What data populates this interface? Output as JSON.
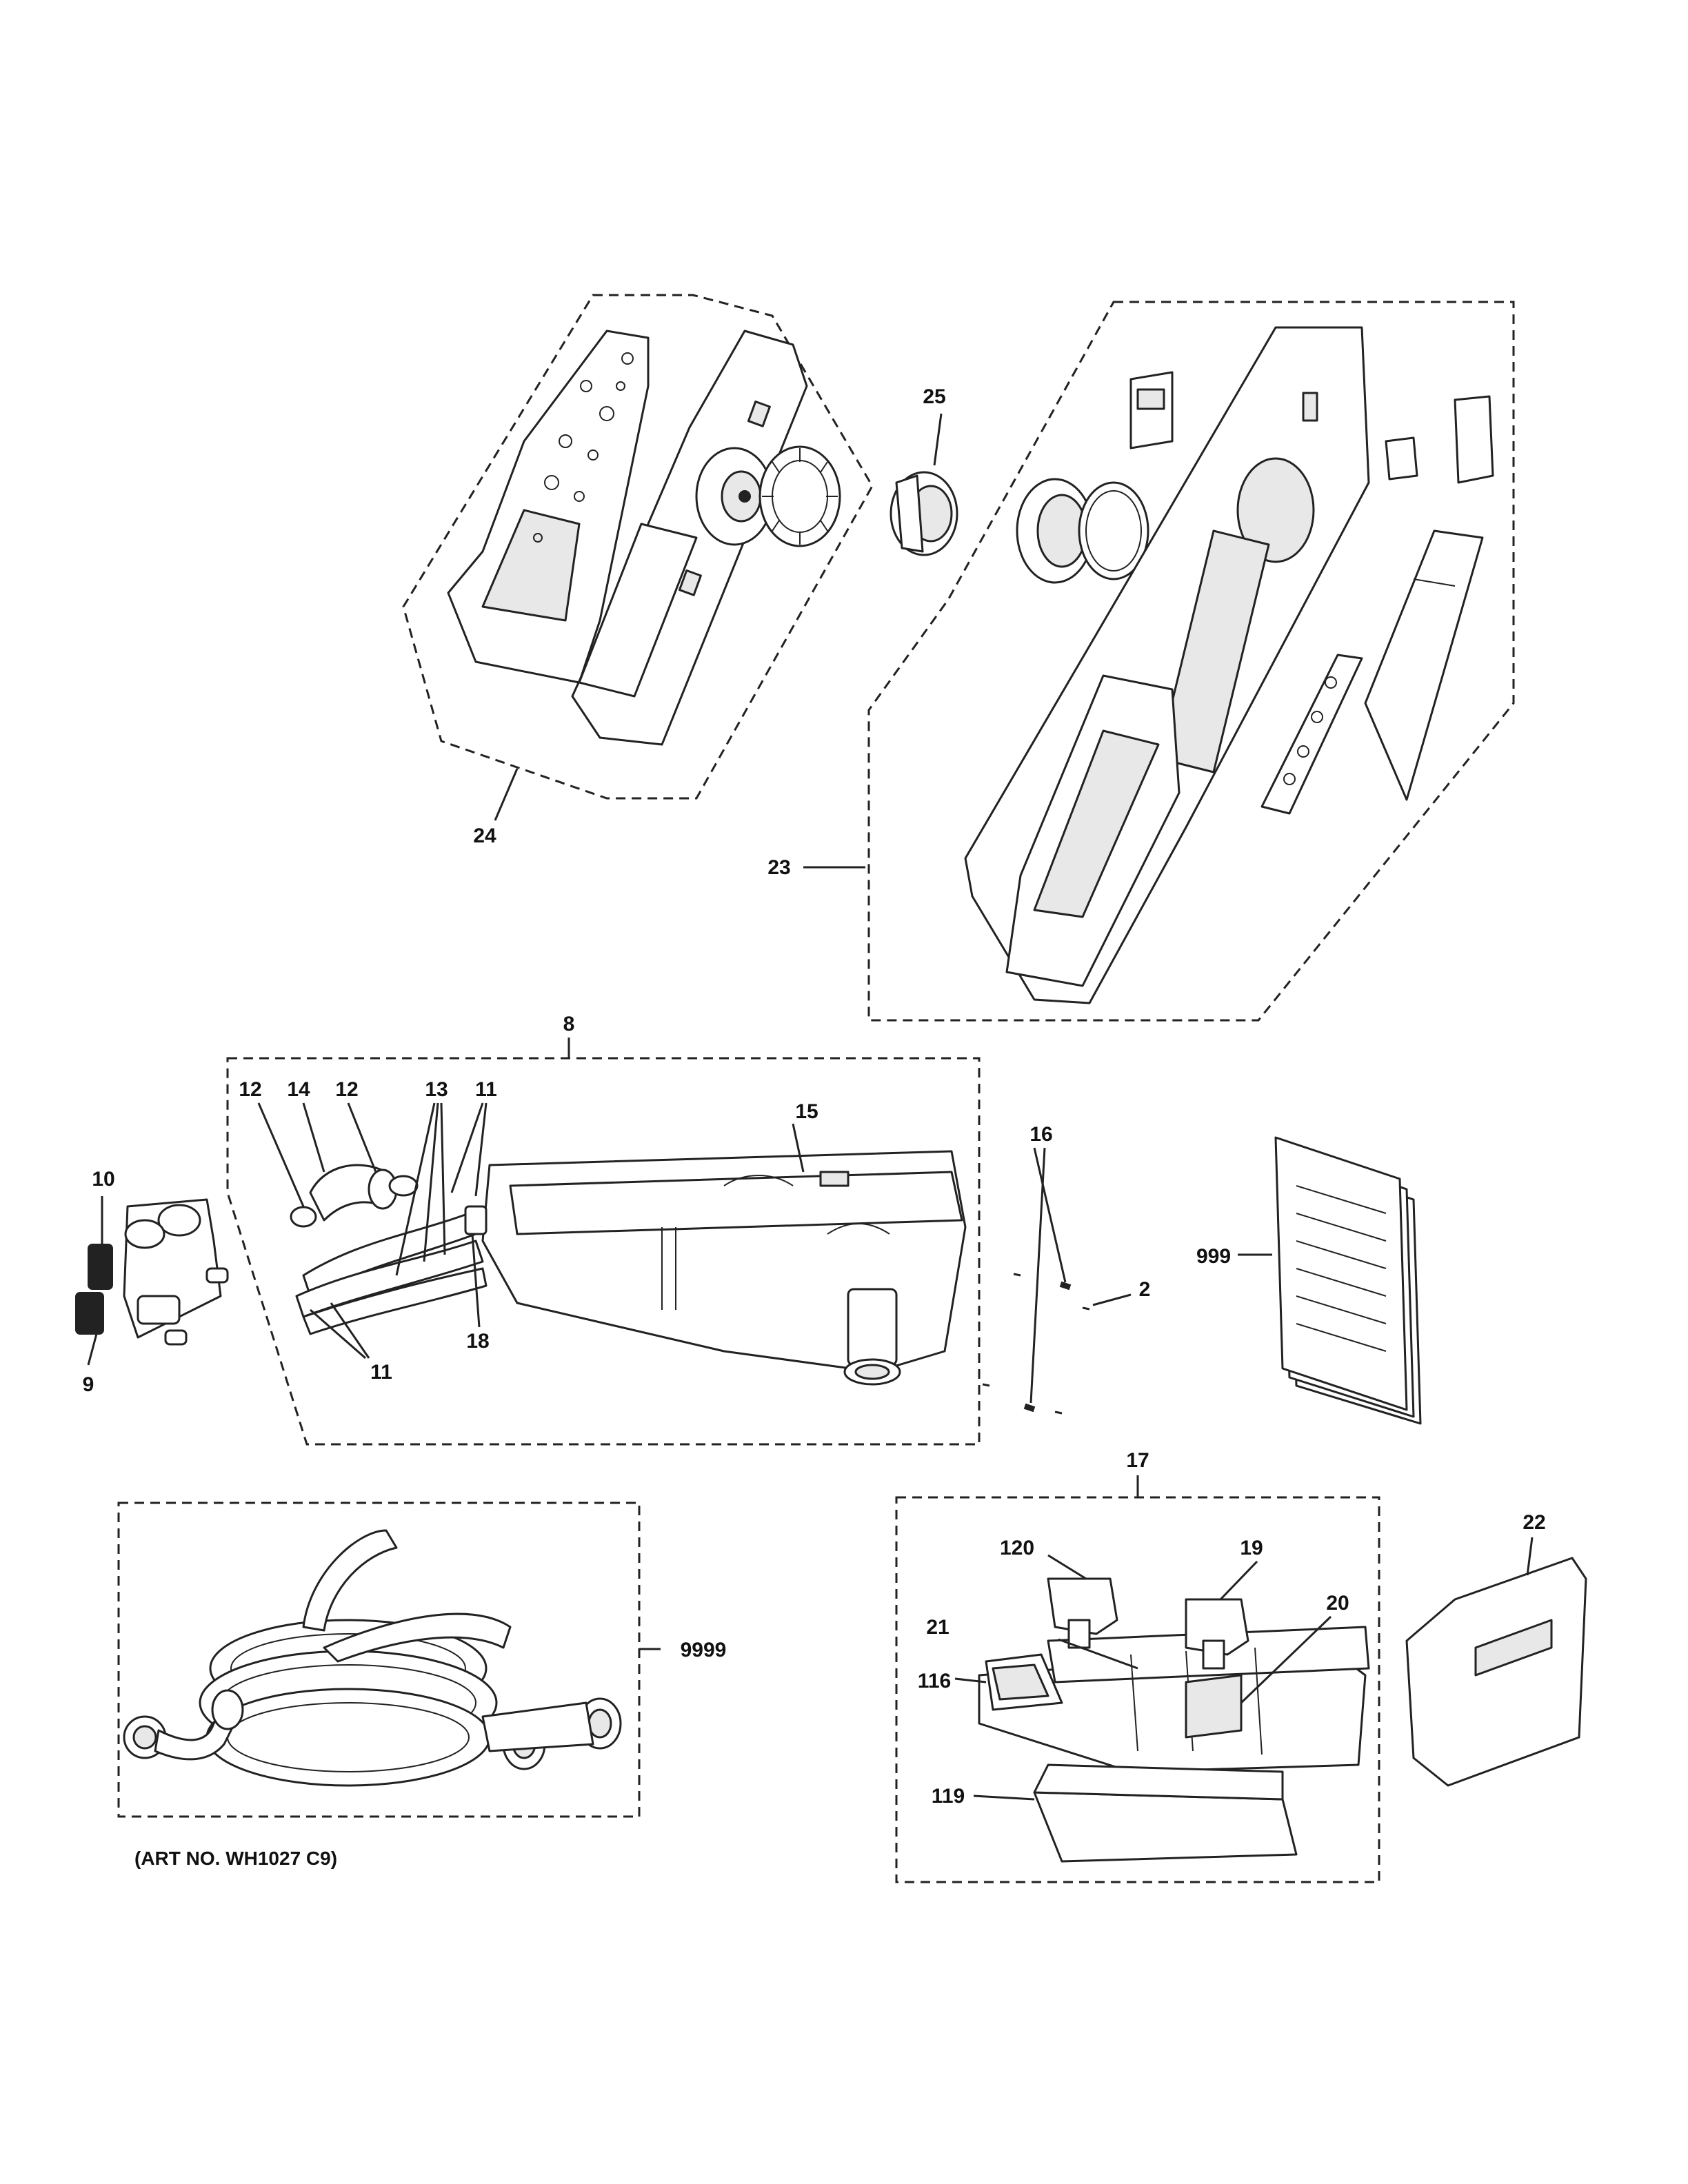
{
  "labels": {
    "l25": "25",
    "l24": "24",
    "l23": "23",
    "l8": "8",
    "l12a": "12",
    "l14": "14",
    "l12b": "12",
    "l13": "13",
    "l11a": "11",
    "l15": "15",
    "l10": "10",
    "l9": "9",
    "l11b": "11",
    "l18": "18",
    "l16": "16",
    "l2": "2",
    "l999": "999",
    "l17": "17",
    "l22": "22",
    "l120": "120",
    "l19": "19",
    "l20": "20",
    "l21": "21",
    "l116": "116",
    "l119": "119",
    "l9999": "9999"
  },
  "art_number": "(ART NO. WH1027 C9)"
}
